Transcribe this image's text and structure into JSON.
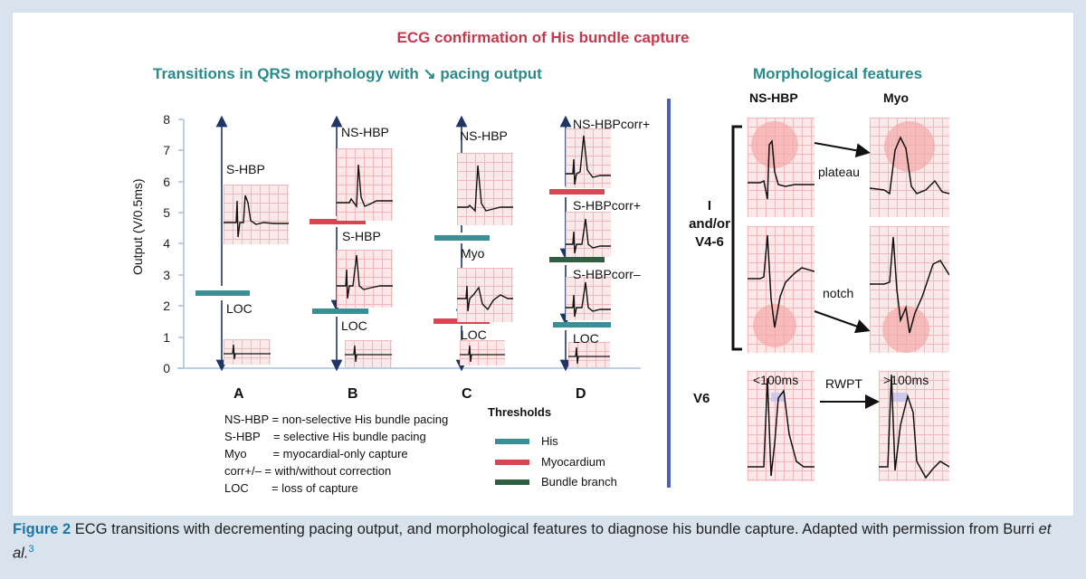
{
  "title": "ECG confirmation of His bundle capture",
  "left_heading": "Transitions in QRS morphology with ↘ pacing output",
  "right_heading": "Morphological features",
  "chart": {
    "ylabel": "Output (V/0.5ms)",
    "yticks": [
      "0",
      "1",
      "2",
      "3",
      "4",
      "5",
      "6",
      "7",
      "8"
    ],
    "columns": [
      "A",
      "B",
      "C",
      "D"
    ]
  },
  "labels": {
    "a_shbp": "S-HBP",
    "a_loc": "LOC",
    "b_nshbp": "NS-HBP",
    "b_shbp": "S-HBP",
    "b_loc": "LOC",
    "c_nshbp": "NS-HBP",
    "c_myo": "Myo",
    "c_loc": "LOC",
    "d_nshbpcorr": "NS-HBPcorr+",
    "d_shbpcorr_plus": "S-HBPcorr+",
    "d_shbpcorr_minus": "S-HBPcorr–",
    "d_loc": "LOC"
  },
  "abbreviations": [
    "NS-HBP = non-selective His bundle pacing",
    "S-HBP    = selective His bundle pacing",
    "Myo        = myocardial-only capture",
    "corr+/– = with/without correction",
    "LOC       = loss of capture"
  ],
  "thresholds": {
    "title": "Thresholds",
    "items": [
      {
        "label": "His",
        "color": "#3a8e96"
      },
      {
        "label": "Myocardium",
        "color": "#d84652"
      },
      {
        "label": "Bundle branch",
        "color": "#2f5e43"
      }
    ]
  },
  "morph": {
    "col1": "NS-HBP",
    "col2": "Myo",
    "lead1_line1": "I",
    "lead1_line2": "and/or",
    "lead1_line3": "V4-6",
    "lead2": "V6",
    "plateau": "plateau",
    "notch": "notch",
    "rwpt": "RWPT",
    "lt100": "<100ms",
    "gt100": ">100ms"
  },
  "caption": {
    "figure": "Figure 2",
    "text": " ECG transitions with decrementing pacing output, and morphological features to diagnose his bundle capture. Adapted with permission from Burri ",
    "etal": "et al.",
    "ref": "3"
  }
}
